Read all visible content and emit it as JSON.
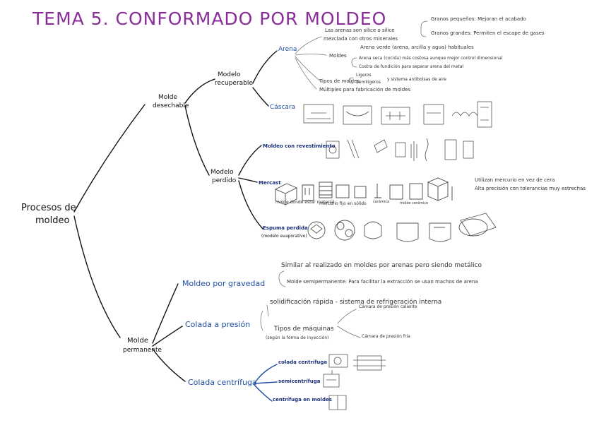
{
  "title": "TEMA 5. CONFORMADO POR MOLDEO",
  "root": {
    "line1": "Procesos de",
    "line2": "moldeo"
  },
  "desechable": {
    "line1": "Molde",
    "line2": "desechable"
  },
  "recuperable": {
    "line1": "Modelo",
    "line2": "recuperable"
  },
  "arena": "Arena",
  "cascara": "Cáscara",
  "perdido": {
    "line1": "Modelo",
    "line2": "perdido"
  },
  "revestimiento": "Moldeo con revestimiento",
  "mercast": "Mercast",
  "espuma": {
    "line1": "Espuma perdida",
    "line2": "(modelo evaporativo)"
  },
  "permanente": {
    "line1": "Molde",
    "line2": "permanente"
  },
  "gravedad": "Moldeo por gravedad",
  "presion": "Colada a presión",
  "centrifuga": "Colada centrífuga",
  "cent_sub": {
    "a": "colada centrífuga",
    "b": "semicentrífuga",
    "c": "centrífuga en moldes"
  },
  "arena_notes": {
    "n1": "Las arenas son sílice o sílice",
    "n2": "mezclada con otros minerales",
    "n3": "Granos pequeños: Mejoran el acabado",
    "n4": "Granos grandes: Permiten el escape de gases",
    "n5": "Arena verde (arena, arcilla y agua) habituales",
    "n6": "Moldes",
    "n7": "Arena seca (cocida) más costosa aunque mejor control dimensional",
    "n8": "Costra de fundición para separar arena del metal",
    "n9": "Tipos de moldes",
    "n10": "Ligeros",
    "n11": "Semiligeros",
    "n12": "y sistema antibolsas de aire",
    "n13": "Múltiples para fabricación de moldes"
  },
  "mercast_notes": {
    "a": "molde donde estar material",
    "b": "mercurio fijo en sólido",
    "c": "cerámica",
    "d": "molde cerámico",
    "e": "Utilizan mercurio en vez de cera",
    "f": "Alta precisión con tolerancias muy estrechas"
  },
  "grav_notes": {
    "a": "Similar al realizado en moldes por arenas pero siendo metálico",
    "b": "Molde semipermanente: Para facilitar la extracción se usan machos de arena"
  },
  "pres_notes": {
    "a": "solidificación rápida - sistema de refrigeración interna",
    "b": "Tipos de máquinas",
    "c": "(según la forma de inyección)",
    "d": "Cámara de presión caliente",
    "e": "Cámara de presión fría"
  },
  "colors": {
    "title": "#8a2d9a",
    "blue": "#1f4ea6",
    "navy": "#1a2f7a",
    "ink": "#111111"
  }
}
